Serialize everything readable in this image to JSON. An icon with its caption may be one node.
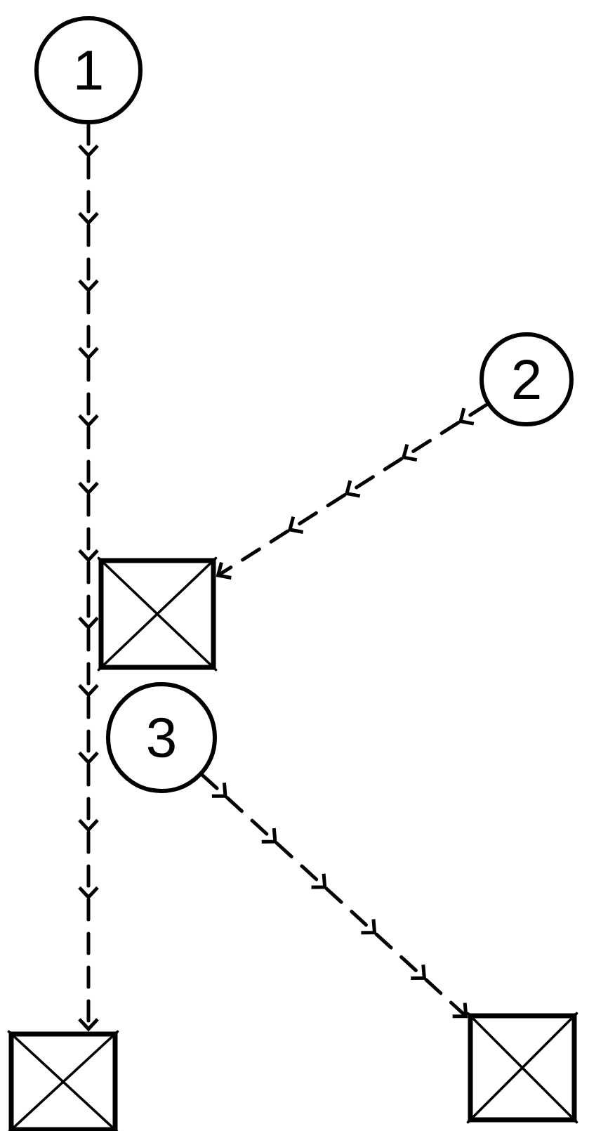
{
  "diagram": {
    "nodes": [
      {
        "text": [
          "1"
        ]
      },
      {
        "text": [
          "2"
        ]
      },
      {
        "text": [],
        "shape": "box"
      },
      {
        "text": [
          "3"
        ]
      },
      {
        "text": [],
        "shape": "box"
      },
      {
        "text": [],
        "shape": "box"
      }
    ],
    "edges": [
      {
        "from": 0,
        "to": 4,
        "arrow": "to",
        "style": "dashed"
      },
      {
        "from": 1,
        "to": 2,
        "arrow": "to",
        "style": "dashed"
      },
      {
        "from": 3,
        "to": 5,
        "arrow": "to",
        "style": "dashed"
      }
    ]
  }
}
